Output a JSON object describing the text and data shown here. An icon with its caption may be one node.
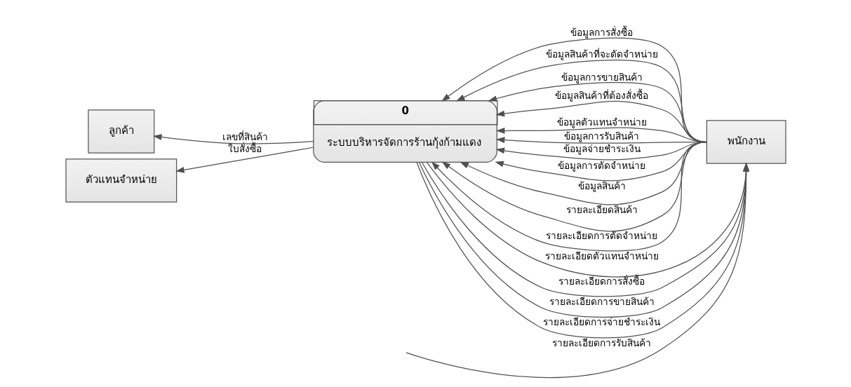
{
  "diagram": {
    "nodes": [
      {
        "text": [
          "ลูกค้า"
        ]
      },
      {
        "text": [
          "0",
          "ระบบบริหารจัดการร้านกุ้งก้ามแดง"
        ]
      },
      {
        "text": [
          "ตัวแทนจำหน่าย"
        ]
      },
      {
        "text": [
          "พนักงาน"
        ]
      }
    ],
    "edges": [
      {
        "from": 3,
        "to": 1,
        "arrow": "to",
        "label": "ข้อมูลการสั่งซื้อ"
      },
      {
        "from": 3,
        "to": 1,
        "arrow": "to",
        "label": "ข้อมูลสินค้าที่จะตัดจำหน่าย"
      },
      {
        "from": 3,
        "to": 1,
        "arrow": "to",
        "label": "ข้อมูลการขายสินค้า"
      },
      {
        "from": 3,
        "to": 1,
        "arrow": "to",
        "label": "ข้อมูลสินค้าที่ต้องสั่งซื้อ"
      },
      {
        "from": 3,
        "to": 1,
        "arrow": "to",
        "label": "ข้อมูลตัวแทนจำหน่าย"
      },
      {
        "from": 3,
        "to": 1,
        "arrow": "to",
        "label": "ข้อมูลการรับสินค้า"
      },
      {
        "from": 3,
        "to": 1,
        "arrow": "to",
        "label": "ข้อมูลจ่ายชำระเงิน"
      },
      {
        "from": 3,
        "to": 1,
        "arrow": "to",
        "label": "ข้อมูลการตัดจำหน่าย"
      },
      {
        "from": 3,
        "to": 1,
        "arrow": "to",
        "label": "ข้อมูลสินค้า"
      },
      {
        "from": 3,
        "to": 1,
        "arrow": "to",
        "label": "รายละเอียดสินค้า"
      },
      {
        "from": 3,
        "to": 1,
        "arrow": "to",
        "label": "รายละเอียดการตัดจำหน่าย"
      },
      {
        "from": 1,
        "to": 0,
        "arrow": "to",
        "label": "เลขที่สินค้า"
      },
      {
        "from": 1,
        "to": 2,
        "arrow": "to",
        "label": "ใบสั่งซื้อ"
      },
      {
        "from": 1,
        "to": 3,
        "arrow": "to",
        "label": "รายละเอียดตัวแทนจำหน่าย"
      },
      {
        "from": null,
        "to": 3,
        "arrow": "to",
        "label": "รายละเอียดการรับสินค้า"
      },
      {
        "from": 1,
        "to": 3,
        "arrow": "to",
        "label": "รายละเอียดการสั่งซื้อ"
      },
      {
        "from": 1,
        "to": 3,
        "arrow": "to",
        "label": "รายละเอียดการขายสินค้า"
      },
      {
        "from": 1,
        "to": 3,
        "arrow": "to",
        "label": "รายละเอียดการจ่ายชำระเงิน"
      }
    ]
  }
}
